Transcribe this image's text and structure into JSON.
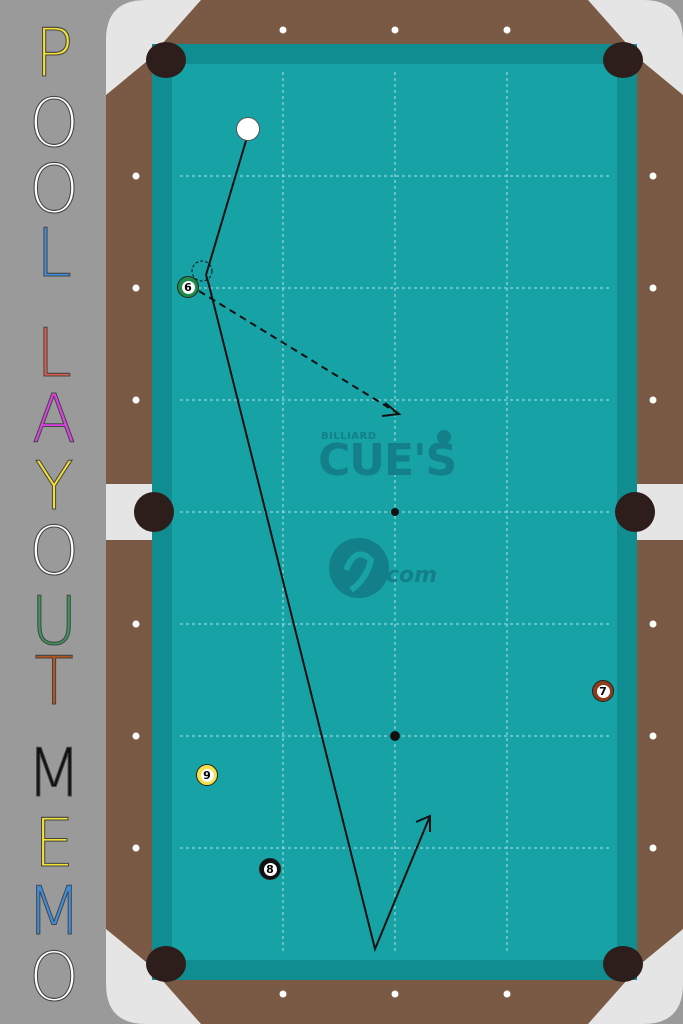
{
  "app": {
    "title_letters": [
      {
        "char": "P",
        "color": "#f2e034"
      },
      {
        "char": "O",
        "color": "#ffffff"
      },
      {
        "char": "O",
        "color": "#ffffff"
      },
      {
        "char": "L",
        "color": "#3c8fe0"
      },
      {
        "char": "L",
        "color": "#e05a4a"
      },
      {
        "char": "A",
        "color": "#e03fe8"
      },
      {
        "char": "Y",
        "color": "#f2e034"
      },
      {
        "char": "O",
        "color": "#ffffff"
      },
      {
        "char": "U",
        "color": "#3a9a5a"
      },
      {
        "char": "T",
        "color": "#b5541c"
      },
      {
        "char": "M",
        "color": "#111111"
      },
      {
        "char": "E",
        "color": "#f2e034"
      },
      {
        "char": "M",
        "color": "#3c8fe0"
      },
      {
        "char": "O",
        "color": "#ffffff"
      }
    ]
  },
  "table": {
    "cloth_color": "#17a3a6",
    "rail_color": "#7a5a45",
    "frame_color": "#e5e5e5",
    "pocket_color": "#2d1d1b",
    "logo": {
      "small_text": "BILLIARD",
      "big_text": "CUE'S",
      "sub_text": "com"
    }
  },
  "balls": [
    {
      "id": "cue",
      "label": "",
      "color": "#ffffff"
    },
    {
      "id": "6",
      "label": "6",
      "color": "#1e8c4a"
    },
    {
      "id": "7",
      "label": "7",
      "color": "#8a3e1c"
    },
    {
      "id": "9",
      "label": "9",
      "color": "#f4e14a"
    },
    {
      "id": "8",
      "label": "8",
      "color": "#111111"
    }
  ]
}
